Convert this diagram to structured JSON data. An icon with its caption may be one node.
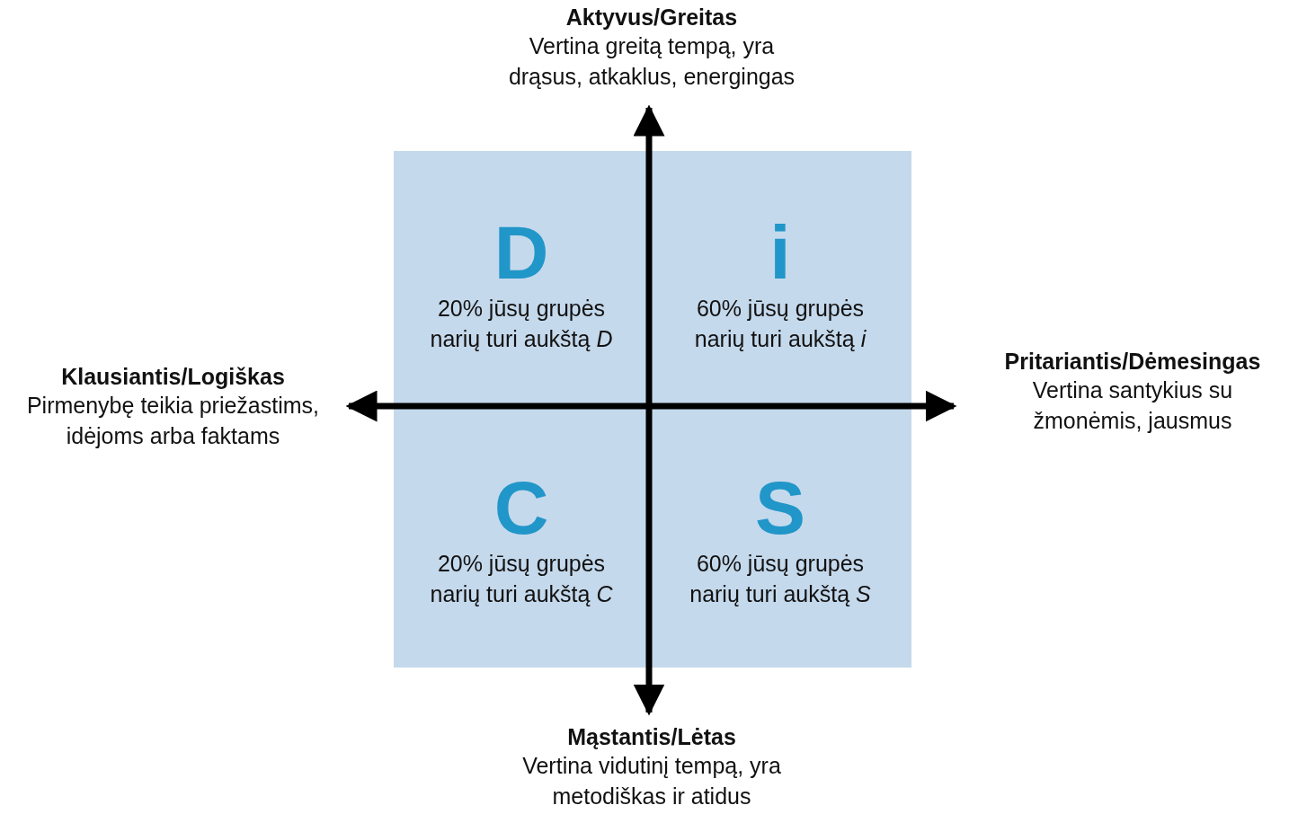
{
  "diagram": {
    "nodes": [
      {
        "text": [
          "Aktyvus/Greitas",
          "Vertina greitą tempą, yra drąsus, atkaklus, energingas"
        ]
      },
      {
        "text": [
          "D",
          "20% jūsų grupės narių turi aukštą *D*"
        ]
      },
      {
        "text": [
          "i",
          "60% jūsų grupės narių turi aukštą *i*"
        ]
      },
      {
        "text": [
          "Klausiantis/Logiškas",
          "Pirmenybę teikia priežastims, idėjoms arba faktams"
        ]
      },
      {
        "text": [
          "Pritariantis/Dėmesingas",
          "Vertina santykius su žmonėmis, jausmus"
        ]
      },
      {
        "text": [
          "C",
          "20% jūsų grupės narių turi aukštą *C*"
        ]
      },
      {
        "text": [
          "S",
          "60% jūsų grupės narių turi aukštą *S*"
        ]
      },
      {
        "text": [
          "Mąstantis/Lėtas",
          "Vertina vidutinį tempą, yra metodiškas ir atidus"
        ]
      }
    ],
    "edges": [
      {
        "from": 7,
        "to": 0,
        "arrow": "both"
      },
      {
        "from": 3,
        "to": 4,
        "arrow": "both"
      }
    ]
  }
}
